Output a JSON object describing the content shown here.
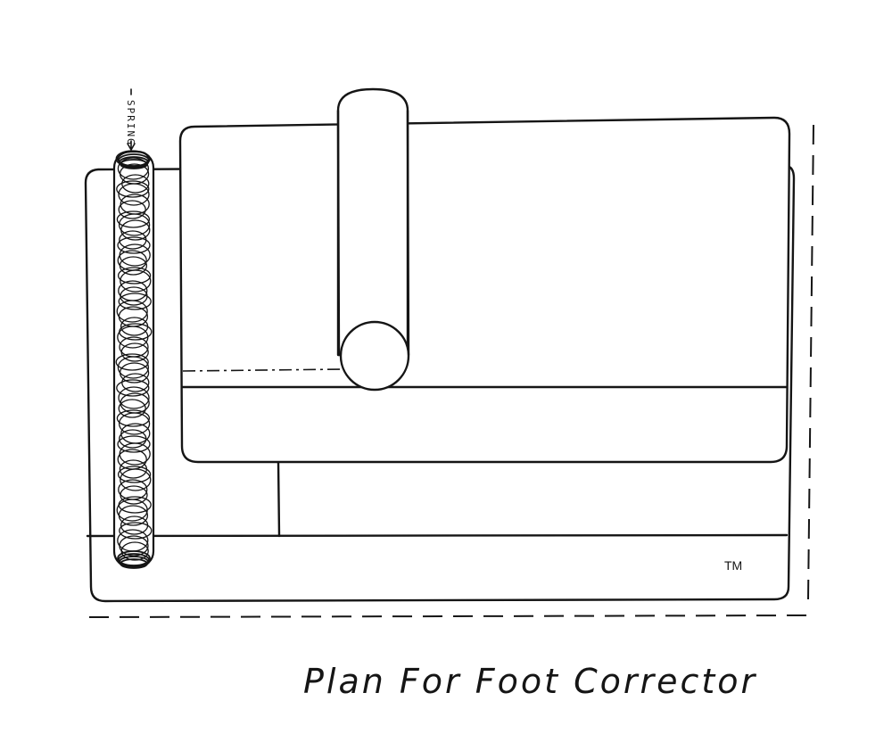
{
  "drawing": {
    "caption": "Plan For Foot Corrector",
    "spring_label": "SPRING",
    "trademark": "TM",
    "ink_color": "#151515",
    "background_color": "#ffffff"
  }
}
